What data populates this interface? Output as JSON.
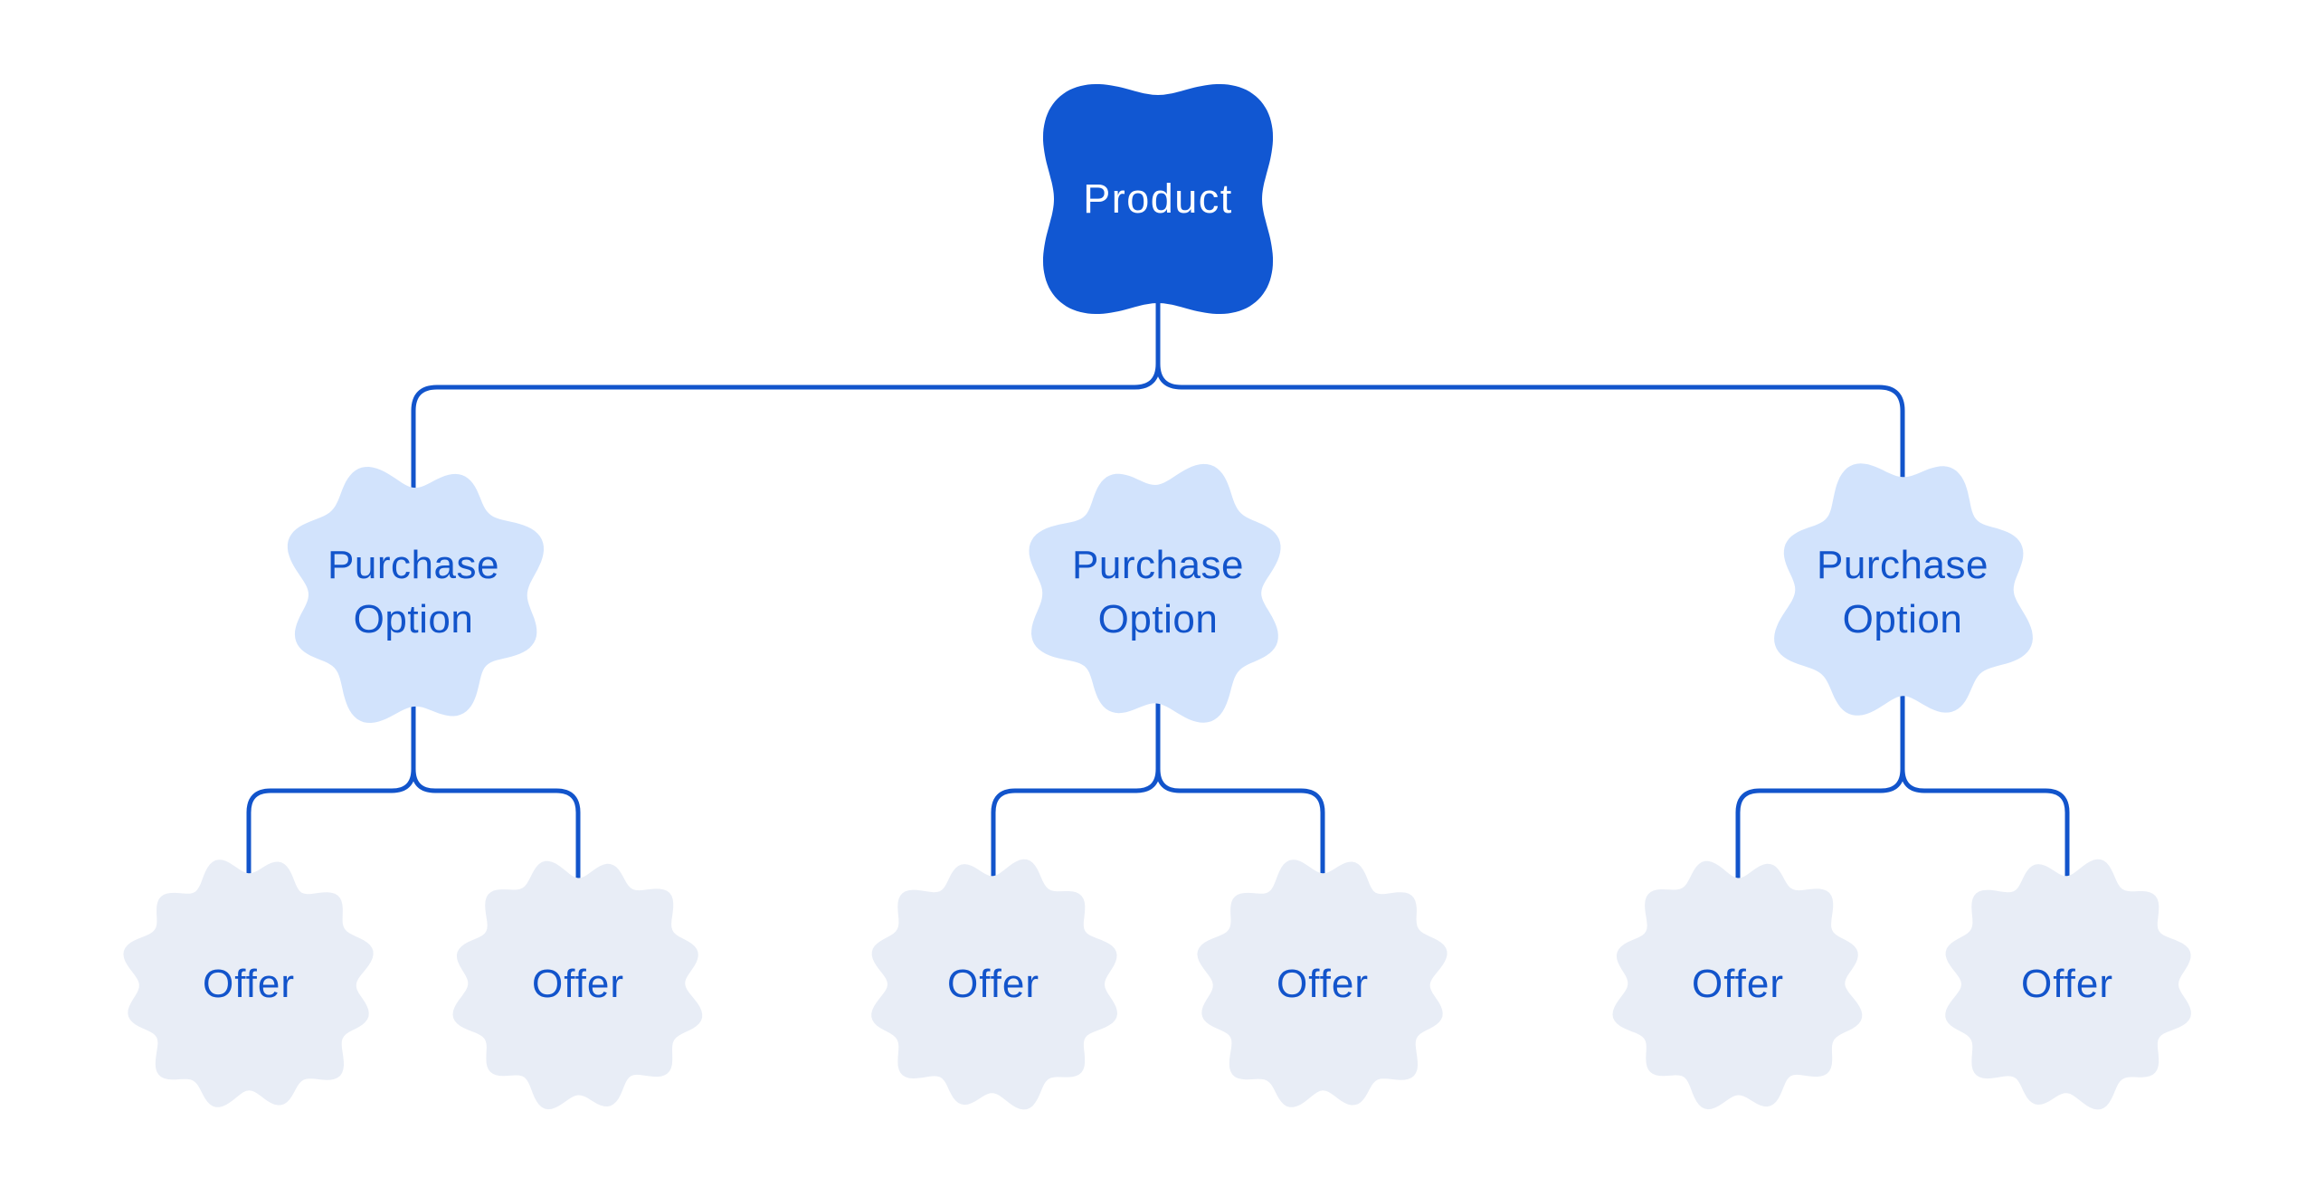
{
  "colors": {
    "background": "#FFFFFF",
    "product_fill": "#1157D2",
    "product_text": "#FFFFFF",
    "purchase_fill": "#D2E3FC",
    "offer_fill": "#E8EDF6",
    "label_blue": "#1254CB",
    "connector": "#1254CB"
  },
  "diagram": {
    "type": "tree",
    "levels": [
      "Product",
      "Purchase Option",
      "Offer"
    ]
  },
  "product": {
    "label": "Product"
  },
  "purchase_options": [
    {
      "label": "Purchase Option",
      "offers": [
        "Offer",
        "Offer"
      ]
    },
    {
      "label": "Purchase Option",
      "offers": [
        "Offer",
        "Offer"
      ]
    },
    {
      "label": "Purchase Option",
      "offers": [
        "Offer",
        "Offer"
      ]
    }
  ]
}
